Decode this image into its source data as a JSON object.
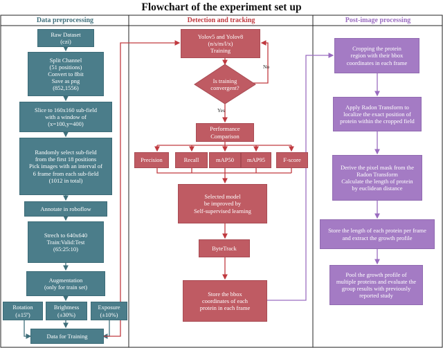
{
  "title": "Flowchart of the experiment set up",
  "columns": {
    "preprocessing": "Data preprocessing",
    "detection": "Detection and tracking",
    "post": "Post-image processing"
  },
  "colors": {
    "teal": "#4b7d8a",
    "red": "#bf5b63",
    "purple": "#a47bc4",
    "teal_head": "#3f6f7b",
    "red_head": "#c0393f",
    "purple_head": "#9a6cc0"
  },
  "pre": {
    "raw": "Raw Dataset\n(czi)",
    "split": "Split Channel\n(51 positions)\nConvert to 8bit\nSave as png\n(852,1556)",
    "slice": "Slice to 160x160 sub-field\nwith a window of\n(x=100,y=400)",
    "random": "Randomly select  sub-field\nfrom the first 18 positions\nPick images with an interval of\n6 frame from each sub-field\n(1012 in total)",
    "annotate": "Annotate in roboflow",
    "stretch": "Strech to 640x640\nTrain:Valid:Test\n(65:25:10)",
    "augment": "Augmentation\n(only for train set)",
    "rotation": "Rotation\n(±15º)",
    "brightness": "Brightness\n(±30%)",
    "exposure": "Exposure\n(±10%)",
    "training_data": "Data for Training"
  },
  "det": {
    "yolo": "Yolov5 and Yolov8\n(n/s/m/l/x)\nTraining",
    "decision": "Is training\nconvergent?",
    "no": "No",
    "yes": "Yes",
    "perf": "Performance\nComparison",
    "metrics": [
      "Precision",
      "Recall",
      "mAP50",
      "mAP95",
      "F-score"
    ],
    "selected": "Selected model\nbe improved by\nSelf-supervised learning",
    "bytetrack": "ByteTrack",
    "store_bbox": "Store the bbox\ncoordinates of each\nprotein in each frame"
  },
  "post": {
    "crop": "Cropping the protein\nregion with their bbox\ncoordinates in each frame",
    "radon": "Apply Radon Transform to\nlocalize the exact position of\nprotein within the cropped field",
    "mask": "Derive the pixel mask from the\nRadon Transform\nCalculate the length of protein\nby euclidean distance",
    "length": "Store the length of each protein per frame\nand extract the growth profile",
    "pool": "Pool the growth profile of\nmultiple proteins and evaluate the\ngroup results with previously\nreported study"
  }
}
